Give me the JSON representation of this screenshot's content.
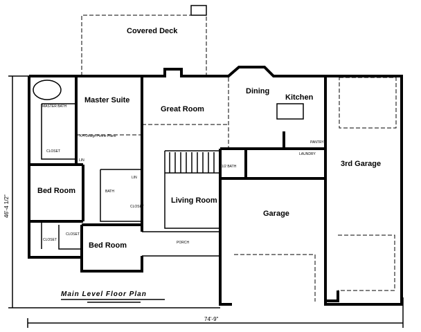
{
  "plan_title": "Main Level Floor Plan",
  "dimensions": {
    "width": "74'-9\"",
    "depth": "46'-4 1/2\""
  },
  "rooms": {
    "covered_deck": "Covered Deck",
    "master_suite": "Master Suite",
    "great_room": "Great Room",
    "dining": "Dining",
    "kitchen": "Kitchen",
    "master_bath": "MASTER BATH",
    "closet_master": "CLOSET",
    "bed_room_1": "Bed Room",
    "bed_room_2": "Bed Room",
    "bath": "BATH",
    "closet_1": "CLOSET",
    "closet_2": "CLOSET",
    "closet_3": "CLOSET",
    "living_room": "Living Room",
    "garage": "Garage",
    "third_garage": "3rd Garage",
    "half_bath": "1/2 BATH",
    "laundry": "LAUNDRY",
    "pantry": "PANTRY",
    "porch": "PORCH",
    "lin_1": "LIN",
    "lin_2": "LIN"
  },
  "watermark": "KH Design Home Plans"
}
